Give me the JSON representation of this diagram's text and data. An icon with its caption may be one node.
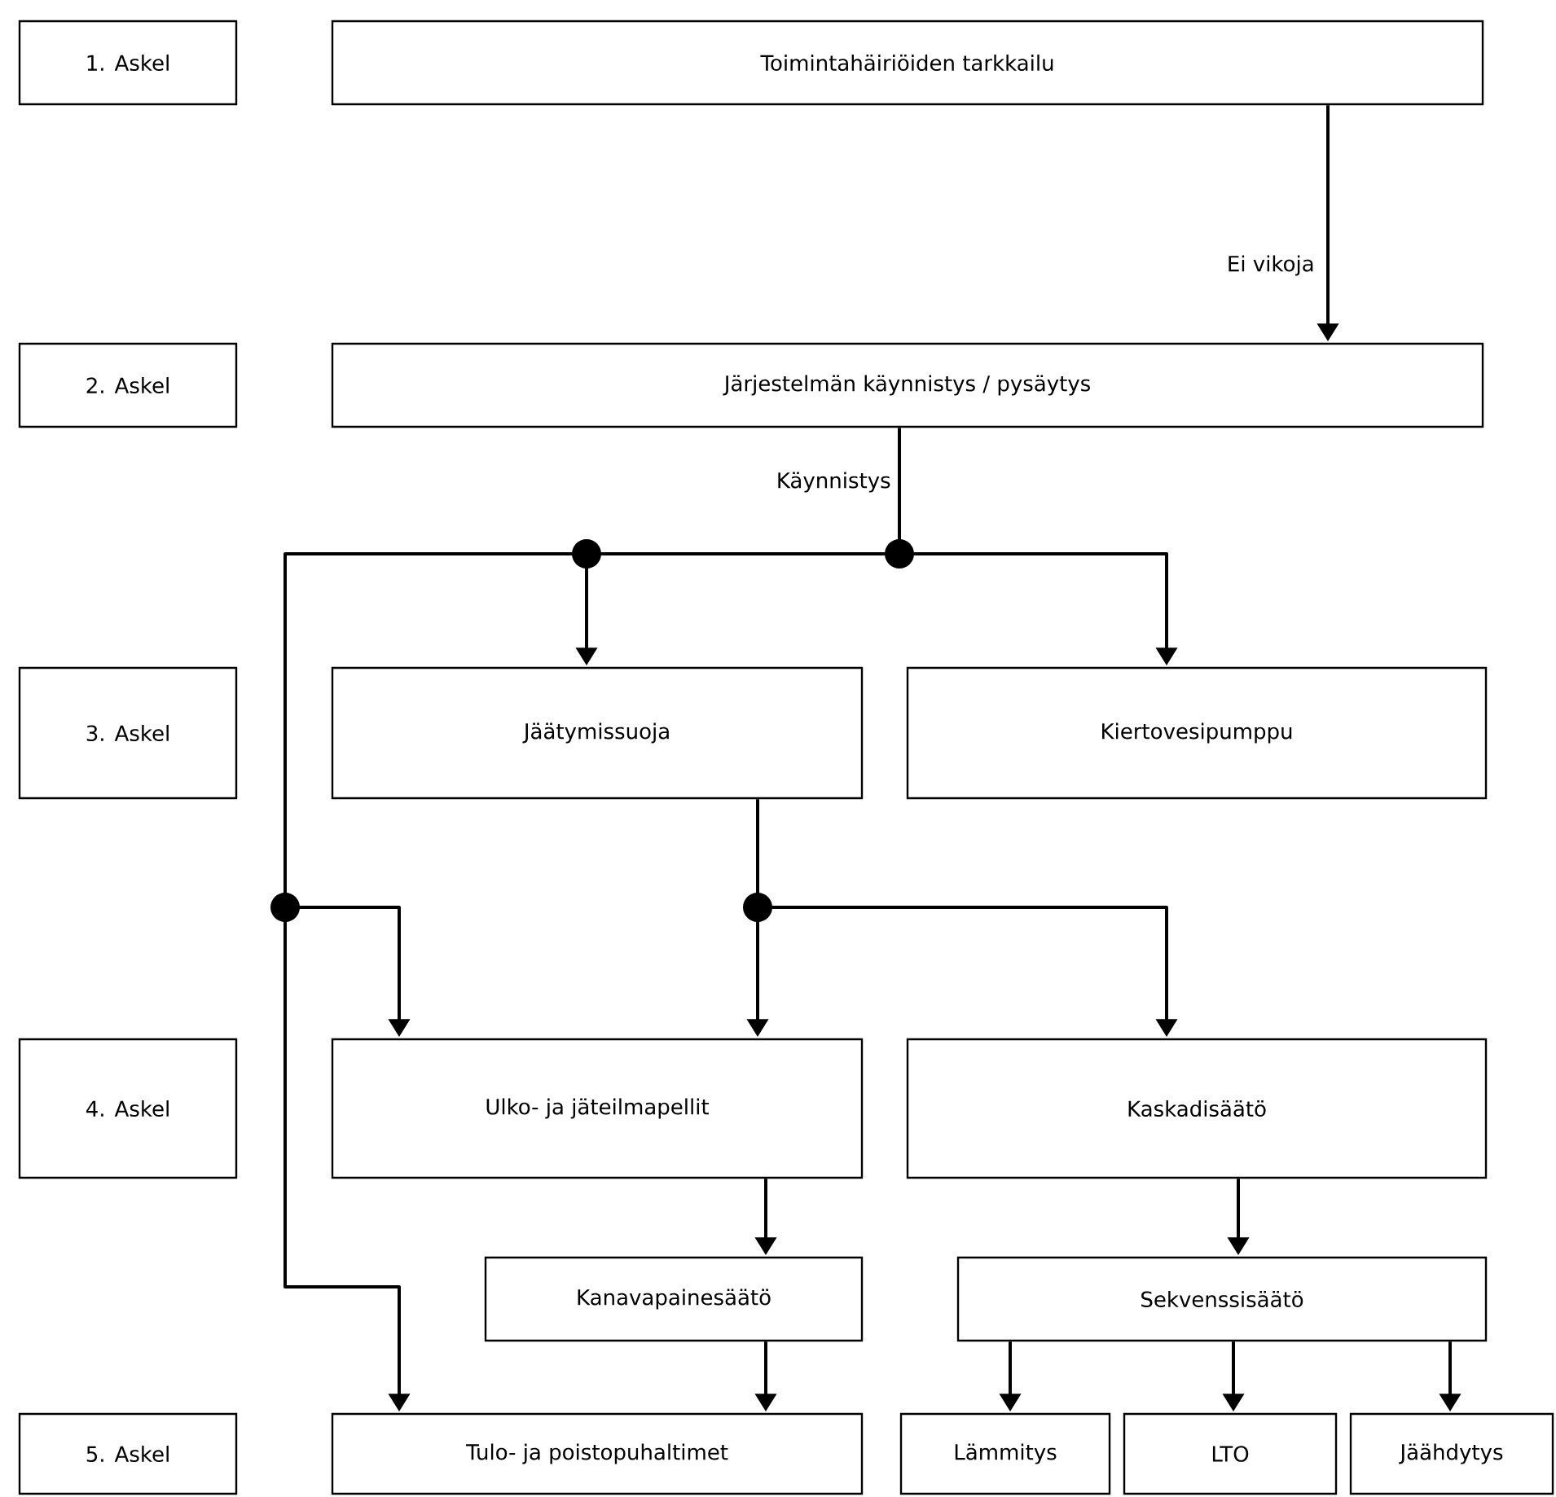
{
  "diagram": {
    "nodes": [
      {
        "text": [
          "1. Askel"
        ]
      },
      {
        "text": [
          "Toimintahäiriöiden tarkkailu"
        ]
      },
      {
        "text": [
          "2. Askel"
        ]
      },
      {
        "text": [
          "Järjestelmän käynnistys / pysäytys"
        ]
      },
      {
        "text": [
          "3. Askel"
        ]
      },
      {
        "text": [
          "Jäätymissuoja"
        ]
      },
      {
        "text": [
          "Kiertovesipumppu"
        ]
      },
      {
        "text": [
          "4. Askel"
        ]
      },
      {
        "text": [
          "Ulko- ja jäteilmapellit"
        ]
      },
      {
        "text": [
          "Kaskadisäätö"
        ]
      },
      {
        "text": [
          "Kanavapainesäätö"
        ]
      },
      {
        "text": [
          "Sekvenssisäätö"
        ]
      },
      {
        "text": [
          "5. Askel"
        ]
      },
      {
        "text": [
          "Tulo- ja poistopuhaltimet"
        ]
      },
      {
        "text": [
          "Lämmitys"
        ]
      },
      {
        "text": [
          "LTO"
        ]
      },
      {
        "text": [
          "Jäähdytys"
        ]
      }
    ],
    "edges": [
      {
        "from": 1,
        "to": 3,
        "arrow": "to",
        "label": "Ei vikoja"
      },
      {
        "from": 3,
        "to": 5,
        "arrow": "to",
        "label": "Käynnistys"
      },
      {
        "from": 3,
        "to": 6,
        "arrow": "to"
      },
      {
        "from": 3,
        "to": 8,
        "arrow": "to"
      },
      {
        "from": 3,
        "to": 13,
        "arrow": "to"
      },
      {
        "from": 5,
        "to": 8,
        "arrow": "to"
      },
      {
        "from": 5,
        "to": 9,
        "arrow": "to"
      },
      {
        "from": 8,
        "to": 10,
        "arrow": "to"
      },
      {
        "from": 9,
        "to": 11,
        "arrow": "to"
      },
      {
        "from": 10,
        "to": 13,
        "arrow": "to"
      },
      {
        "from": 11,
        "to": 14,
        "arrow": "to"
      },
      {
        "from": 11,
        "to": 15,
        "arrow": "to"
      },
      {
        "from": 11,
        "to": 16,
        "arrow": "to"
      }
    ]
  }
}
